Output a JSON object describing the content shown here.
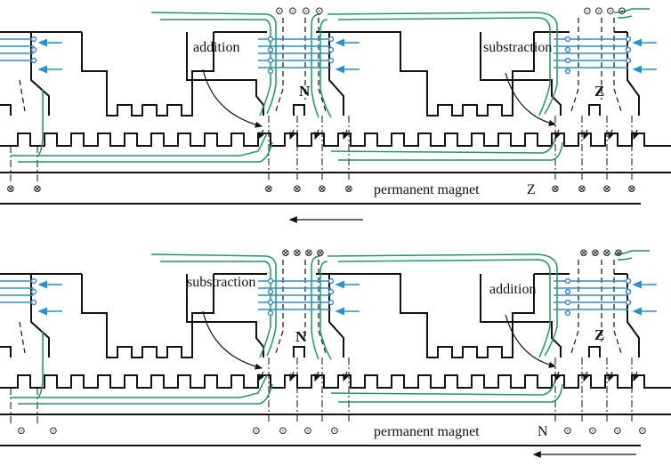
{
  "panels": [
    {
      "id": "top",
      "left_label": "addition",
      "right_label": "substraction",
      "mid_pole": "N",
      "right_pole": "Z",
      "magnet_label": "permanent magnet",
      "magnet_pole": "Z",
      "current_symbol": "⊗",
      "coil_symbol": "⊙",
      "motion_direction": "left"
    },
    {
      "id": "bottom",
      "left_label": "substraction",
      "right_label": "addition",
      "mid_pole": "N",
      "right_pole": "Z",
      "magnet_label": "permanent magnet",
      "magnet_pole": "N",
      "current_symbol": "⊙",
      "coil_symbol": "⊗",
      "motion_direction": "left"
    }
  ],
  "colors": {
    "structure": "#111111",
    "flux_green": "#1f9a5c",
    "flux_blue": "#2a8fd0",
    "coil": "#4f7fc0"
  }
}
